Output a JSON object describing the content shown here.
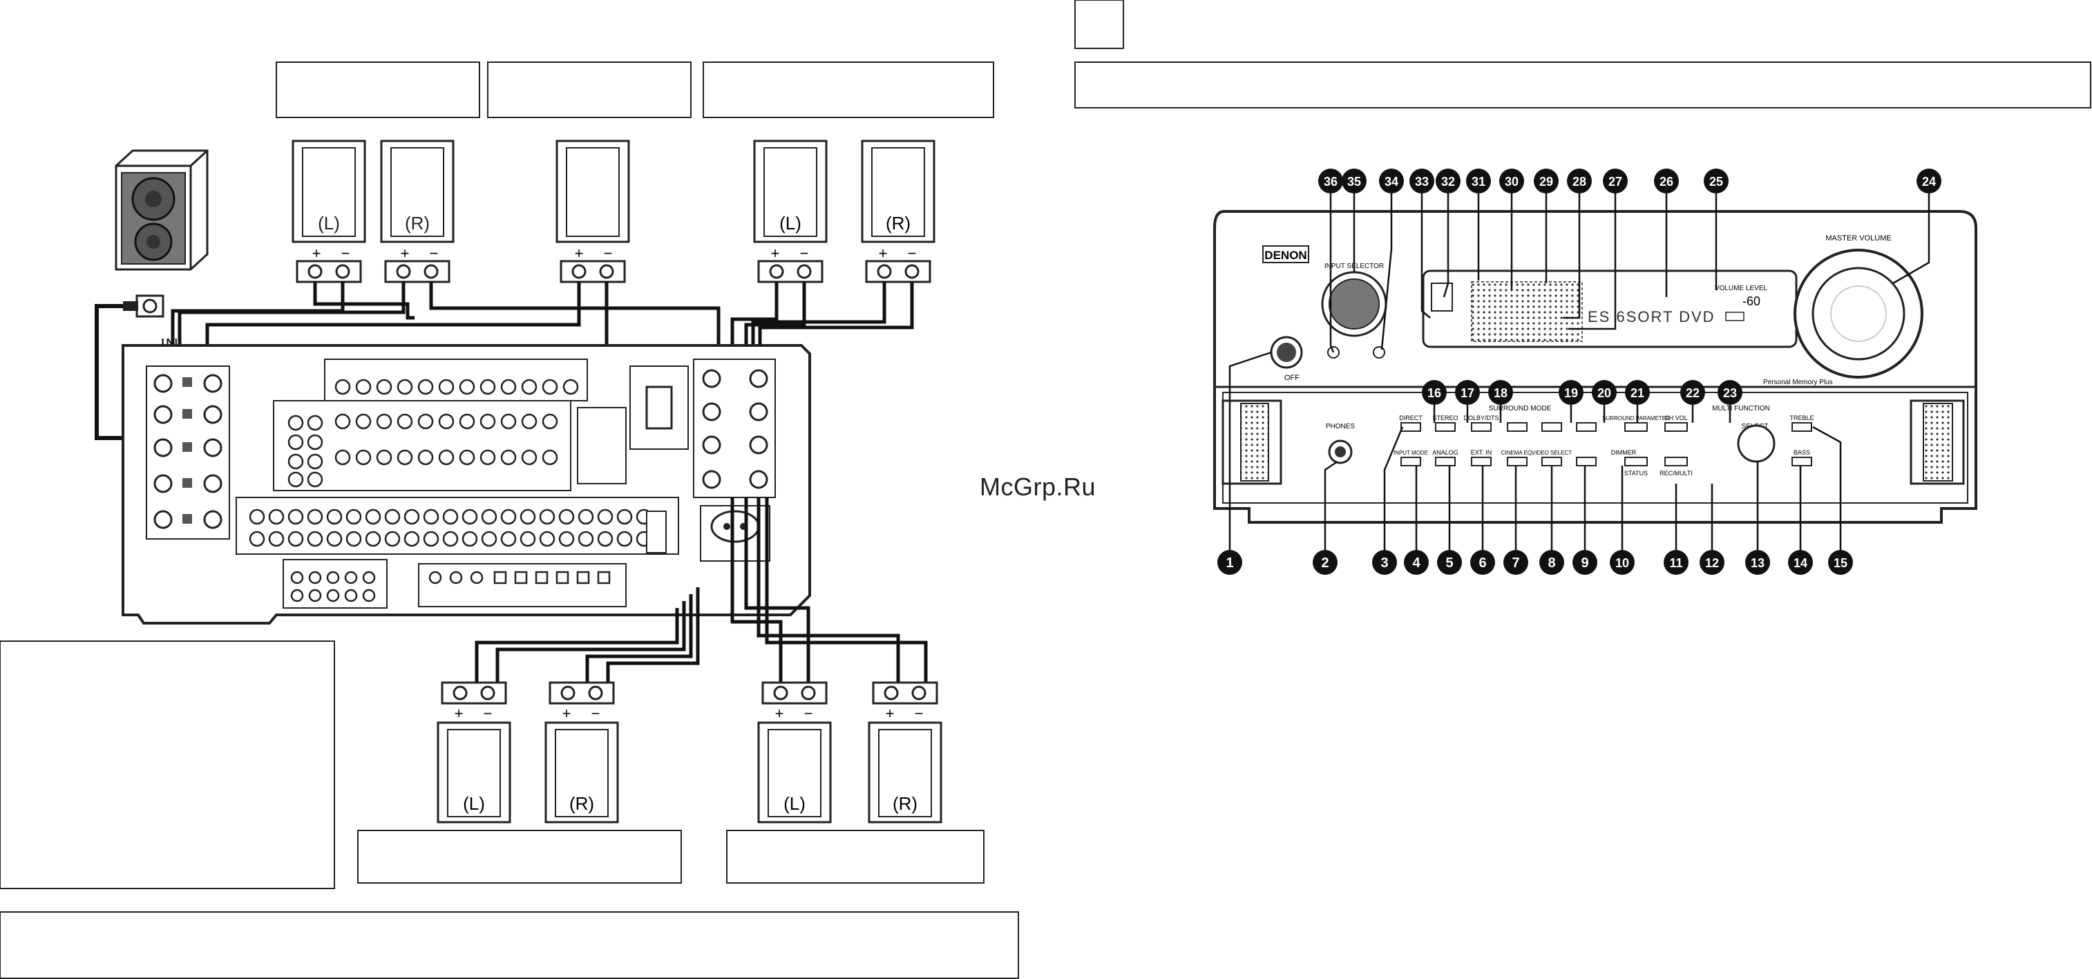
{
  "speakers": {
    "left_label": "(L)",
    "right_label": "(R)",
    "plus": "+",
    "minus": "−"
  },
  "subwoofer": {
    "input_label": "IN"
  },
  "watermark": "McGrp.Ru",
  "brand": "DENON",
  "receiver_panel": {
    "input_selector": "INPUT SELECTOR",
    "master_volume": "MASTER VOLUME",
    "display_text": "ES 6SORT DVD",
    "volume_level_label": "VOLUME LEVEL",
    "volume_value": "-60",
    "surround_mode_label": "SURROUND MODE",
    "multi_function_label": "MULTI FUNCTION",
    "select_label": "SELECT",
    "phones_label": "PHONES",
    "off_label": "OFF",
    "treble": "TREBLE",
    "bass": "BASS",
    "direct": "DIRECT",
    "stereo": "STEREO",
    "dolby_dts": "DOLBY/DTS",
    "status": "STATUS",
    "rec_multi": "REC/MULTI",
    "ch_vol": "CH VOL",
    "analog": "ANALOG",
    "ext_in": "EXT. IN",
    "cinema_eq": "CINEMA EQ.",
    "video_select": "VIDEO SELECT",
    "dimmer": "DIMMER",
    "input_mode": "INPUT MODE",
    "surround_parameter": "SURROUND PARAMETER"
  },
  "callouts_top": [
    "36",
    "35",
    "34",
    "33",
    "32",
    "31",
    "30",
    "29",
    "28",
    "27",
    "26",
    "25",
    "24"
  ],
  "callouts_mid": [
    "16",
    "17",
    "18",
    "19",
    "20",
    "21",
    "22",
    "23"
  ],
  "callouts_bottom": [
    "1",
    "2",
    "3",
    "4",
    "5",
    "6",
    "7",
    "8",
    "9",
    "10",
    "11",
    "12",
    "13",
    "14",
    "15"
  ]
}
